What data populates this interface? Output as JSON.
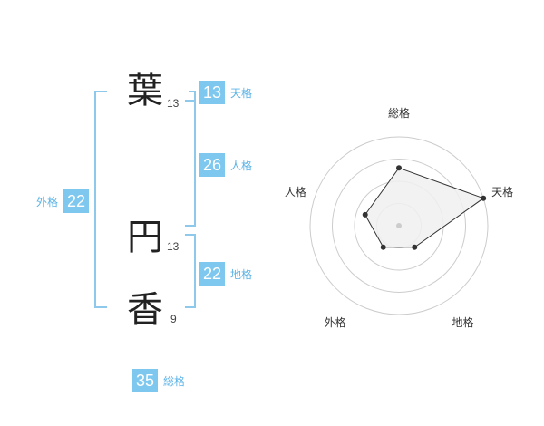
{
  "name": {
    "chars": [
      {
        "char": "葉",
        "strokes": "13"
      },
      {
        "char": "円",
        "strokes": "13"
      },
      {
        "char": "香",
        "strokes": "9"
      }
    ]
  },
  "fortune": {
    "tenkaku": {
      "value": "13",
      "label": "天格"
    },
    "jinkaku": {
      "value": "26",
      "label": "人格"
    },
    "chikaku": {
      "value": "22",
      "label": "地格"
    },
    "gaikaku": {
      "value": "22",
      "label": "外格"
    },
    "soukaku": {
      "value": "35",
      "label": "総格"
    }
  },
  "chart_data": {
    "type": "radar",
    "axes": [
      "総格",
      "天格",
      "地格",
      "外格",
      "人格"
    ],
    "values": [
      0.65,
      1.0,
      0.3,
      0.3,
      0.4
    ],
    "max": 1.0,
    "rings": 4,
    "grid": true,
    "colors": {
      "fill": "#f0f0f0",
      "line": "#333333",
      "grid": "#cccccc",
      "point": "#333333"
    }
  },
  "colors": {
    "accent": "#7ec8ef",
    "bracket": "#8ec9ec",
    "label": "#5bb3e6"
  }
}
